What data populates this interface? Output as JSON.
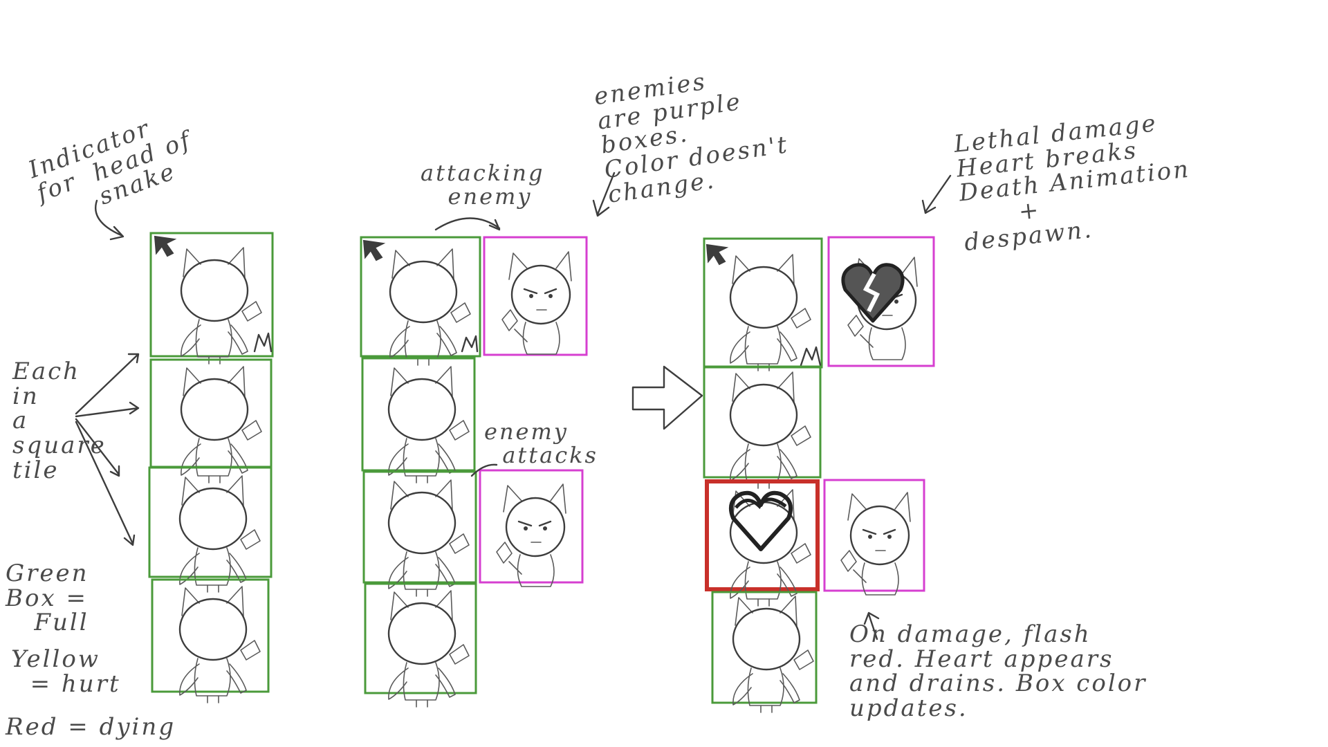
{
  "colors": {
    "full": "#4a9a3a",
    "hurt": "#c9b233",
    "dying": "#c8302a",
    "enemy": "#d63fd0",
    "ink": "#3d3d3d",
    "background": "#ffffff"
  },
  "annotations": {
    "indicator": "Indicator\nfor  head of\n      snake",
    "each_tile": "Each\nin\na\nsquare\ntile",
    "green": "Green\nBox =\n   Full",
    "yellow": "Yellow\n  = hurt",
    "red": "Red = dying",
    "attacking_enemy": "attacking\n   enemy",
    "enemies_purple": "enemies\nare purple\nboxes.\nColor doesn't\nchange.",
    "enemy_attacks": "enemy\n  attacks",
    "lethal": "Lethal damage\nHeart breaks\nDeath Animation\n      +\ndespawn.",
    "on_damage": "On damage, flash\nred. Heart appears\nand drains. Box color\nupdates."
  },
  "columns": [
    {
      "name": "column-1",
      "snake": [
        {
          "state": "full",
          "head": true
        },
        {
          "state": "full",
          "head": false
        },
        {
          "state": "full",
          "head": false
        },
        {
          "state": "full",
          "head": false
        }
      ],
      "enemies": []
    },
    {
      "name": "column-2",
      "snake": [
        {
          "state": "full",
          "head": true
        },
        {
          "state": "full",
          "head": false
        },
        {
          "state": "full",
          "head": false
        },
        {
          "state": "full",
          "head": false
        }
      ],
      "enemies": [
        {
          "row": 0,
          "heart": "none"
        },
        {
          "row": 2,
          "heart": "none"
        }
      ]
    },
    {
      "name": "column-3",
      "snake": [
        {
          "state": "full",
          "head": true
        },
        {
          "state": "full",
          "head": false
        },
        {
          "state": "dying",
          "head": false,
          "heart": "draining"
        },
        {
          "state": "full",
          "head": false
        }
      ],
      "enemies": [
        {
          "row": 0,
          "heart": "broken"
        },
        {
          "row": 2,
          "heart": "none"
        }
      ]
    }
  ]
}
